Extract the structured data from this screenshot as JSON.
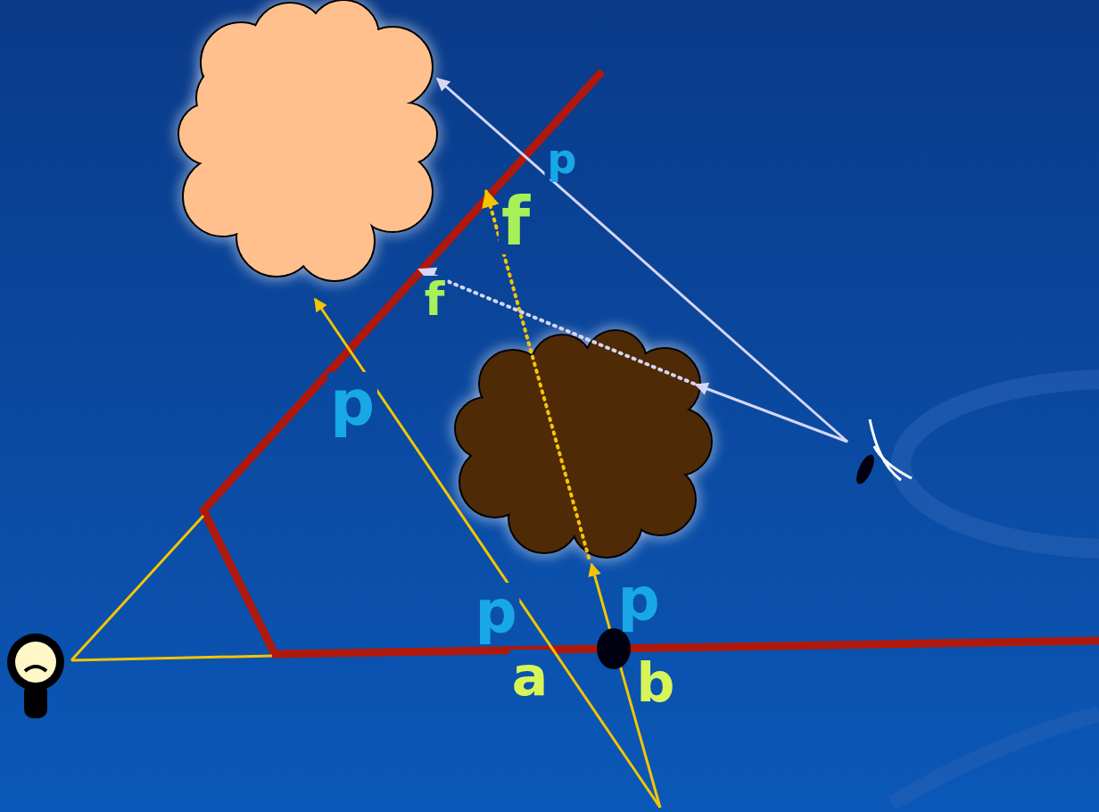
{
  "diagram": {
    "labels": [
      "p",
      "f",
      "f",
      "p",
      "p",
      "p",
      "a",
      "b"
    ]
  }
}
